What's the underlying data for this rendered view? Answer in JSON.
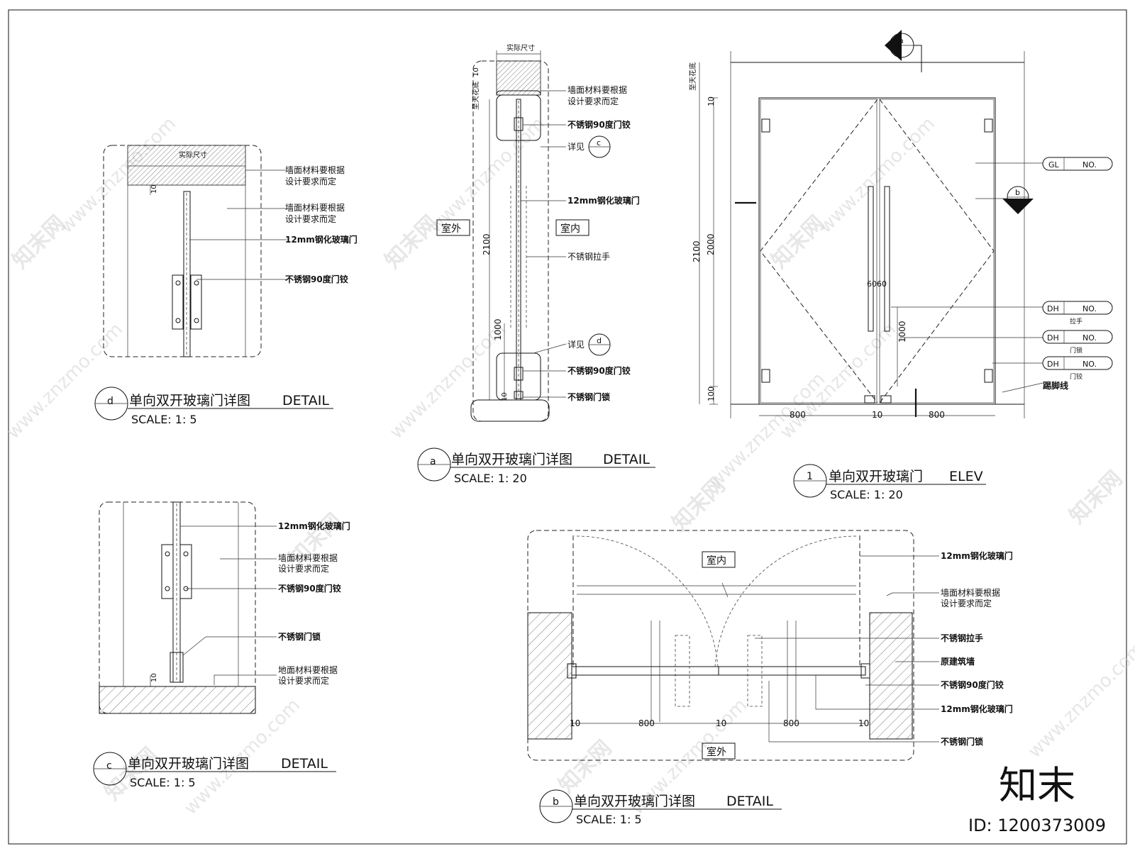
{
  "labels": {
    "actual_size": "实际尺寸",
    "wall_material_1": "墙面材料要根据",
    "wall_material_2": "设计要求而定",
    "floor_material_1": "地面材料要根据",
    "floor_material_2": "设计要求而定",
    "glass_door": "12mm钢化玻璃门",
    "hinge": "不锈钢90度门铰",
    "handle": "不锈钢拉手",
    "lock": "不锈钢门锁",
    "see_detail": "详见",
    "outdoor": "室外",
    "indoor": "室内",
    "ceiling": "至天花底",
    "original_wall": "原建筑墙",
    "skirting": "踢脚线",
    "handle_short": "拉手",
    "lock_short": "门锁",
    "hinge_short": "门铰",
    "gl": "GL",
    "dh": "DH",
    "no": "NO."
  },
  "dims": {
    "d10": "10",
    "d100": "100",
    "d800": "800",
    "d1000": "1000",
    "d2000": "2000",
    "d2100": "2100",
    "d60": "60",
    "d6060": "6060"
  },
  "detail_refs": {
    "a": "a",
    "b": "b",
    "c": "c",
    "d": "d",
    "one": "1"
  },
  "titles": {
    "d": {
      "title": "单向双开玻璃门详图",
      "type": "DETAIL",
      "scale": "SCALE: 1: 5"
    },
    "a": {
      "title": "单向双开玻璃门详图",
      "type": "DETAIL",
      "scale": "SCALE: 1: 20"
    },
    "elev": {
      "title": "单向双开玻璃门",
      "type": "ELEV",
      "scale": "SCALE: 1: 20"
    },
    "c": {
      "title": "单向双开玻璃门详图",
      "type": "DETAIL",
      "scale": "SCALE: 1: 5"
    },
    "b": {
      "title": "单向双开玻璃门详图",
      "type": "DETAIL",
      "scale": "SCALE: 1: 5"
    }
  },
  "watermark": {
    "site": "www.znzmo.com",
    "brand": "知末网",
    "logo": "知末",
    "id": "ID: 1200373009"
  }
}
